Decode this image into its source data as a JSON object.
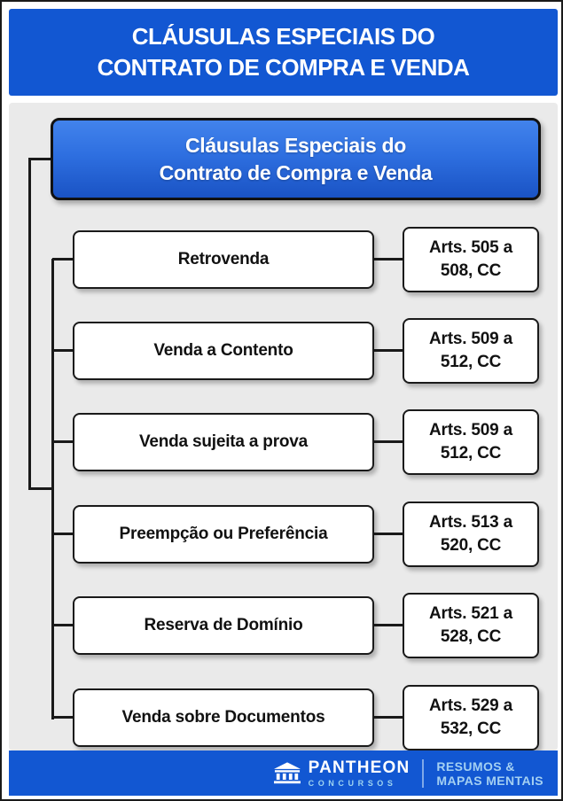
{
  "header": {
    "line1": "CLÁUSULAS ESPECIAIS DO",
    "line2": "CONTRATO DE COMPRA E VENDA"
  },
  "root": {
    "line1": "Cláusulas Especiais do",
    "line2": "Contrato de Compra e Venda"
  },
  "nodes": [
    {
      "label": "Retrovenda",
      "article_line1": "Arts. 505 a",
      "article_line2": "508, CC"
    },
    {
      "label": "Venda a Contento",
      "article_line1": "Arts. 509 a",
      "article_line2": "512, CC"
    },
    {
      "label": "Venda sujeita a prova",
      "article_line1": "Arts. 509 a",
      "article_line2": "512, CC"
    },
    {
      "label": "Preempção ou Preferência",
      "article_line1": "Arts. 513 a",
      "article_line2": "520, CC"
    },
    {
      "label": "Reserva de Domínio",
      "article_line1": "Arts. 521 a",
      "article_line2": "528, CC"
    },
    {
      "label": "Venda sobre Documentos",
      "article_line1": "Arts. 529 a",
      "article_line2": "532, CC"
    }
  ],
  "footer": {
    "brand": "PANTHEON",
    "brand_sub": "CONCURSOS",
    "tagline_line1": "RESUMOS &",
    "tagline_line2": "MAPAS MENTAIS"
  },
  "colors": {
    "banner_blue": "#1257d2",
    "root_blue_top": "#4283ec",
    "root_blue_bottom": "#1a53c4",
    "canvas_gray": "#eaeaea",
    "line_black": "#1a1a1a",
    "footer_accent": "#a4d0f2"
  }
}
